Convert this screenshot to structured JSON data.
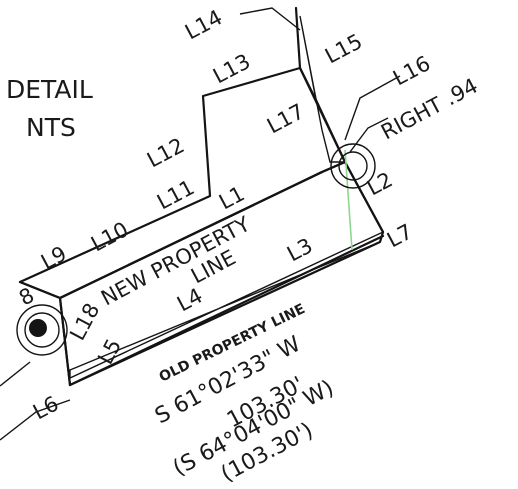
{
  "detail": {
    "title": "DETAIL",
    "scale": "NTS"
  },
  "labels": {
    "l1": "L1",
    "l2": "L2",
    "l3": "L3",
    "l4": "L4",
    "l5": "L5",
    "l6": "L6",
    "l7": "L7",
    "l8": "8",
    "l9": "L9",
    "l10": "L10",
    "l11": "L11",
    "l12": "L12",
    "l13": "L13",
    "l14": "L14",
    "l15": "L15",
    "l16": "L16",
    "l17": "L17",
    "l18": "L18",
    "left_cut": "5"
  },
  "annotations": {
    "right": "RIGHT .94",
    "new_property_line": "NEW PROPERTY",
    "new_property_line_2": "LINE",
    "old_property_line": "OLD PROPERTY LINE"
  },
  "bearings": {
    "current_bearing": "S 61°02'33\" W",
    "current_distance": "103.30'",
    "record_bearing": "(S 64°04'00\" W)",
    "record_distance": "(103.30')"
  },
  "colors": {
    "ink": "#141414",
    "paper": "#ffffff",
    "accent_line": "#8fd68f"
  }
}
